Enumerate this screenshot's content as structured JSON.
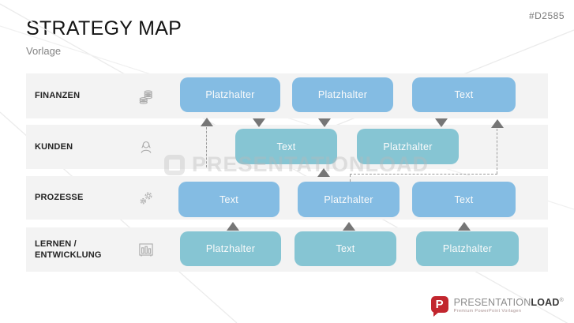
{
  "slide": {
    "title": "STRATEGY MAP",
    "subtitle": "Vorlage",
    "code": "#D2585"
  },
  "watermark": {
    "text": "PRESENTATIONLOAD",
    "logo_icon": "presentationload-p-icon"
  },
  "rows": [
    {
      "label": "FINANZEN",
      "icon": "coins-icon",
      "boxes": [
        {
          "label": "Platzhalter"
        },
        {
          "label": "Platzhalter"
        },
        {
          "label": "Text"
        }
      ]
    },
    {
      "label": "KUNDEN",
      "icon": "customer-person-icon",
      "boxes": [
        {
          "label": "Text"
        },
        {
          "label": "Platzhalter"
        }
      ]
    },
    {
      "label": "PROZESSE",
      "icon": "gears-icon",
      "boxes": [
        {
          "label": "Text"
        },
        {
          "label": "Platzhalter"
        },
        {
          "label": "Text"
        }
      ]
    },
    {
      "label": "LERNEN / ENTWICKLUNG",
      "icon": "bar-chart-icon",
      "boxes": [
        {
          "label": "Platzhalter"
        },
        {
          "label": "Text"
        },
        {
          "label": "Platzhalter"
        }
      ]
    }
  ],
  "colors": {
    "box_blue": "#84BCE3",
    "box_teal": "#86C5D3",
    "band_bg": "#F3F3F3",
    "arrow_gray": "#767676",
    "brand_red": "#C2262E"
  },
  "footer": {
    "logo_letter": "P",
    "brand_part1": "PRESENTATION",
    "brand_part2": "LOAD",
    "registered": "®",
    "tagline": "Premium PowerPoint Vorlagen"
  }
}
